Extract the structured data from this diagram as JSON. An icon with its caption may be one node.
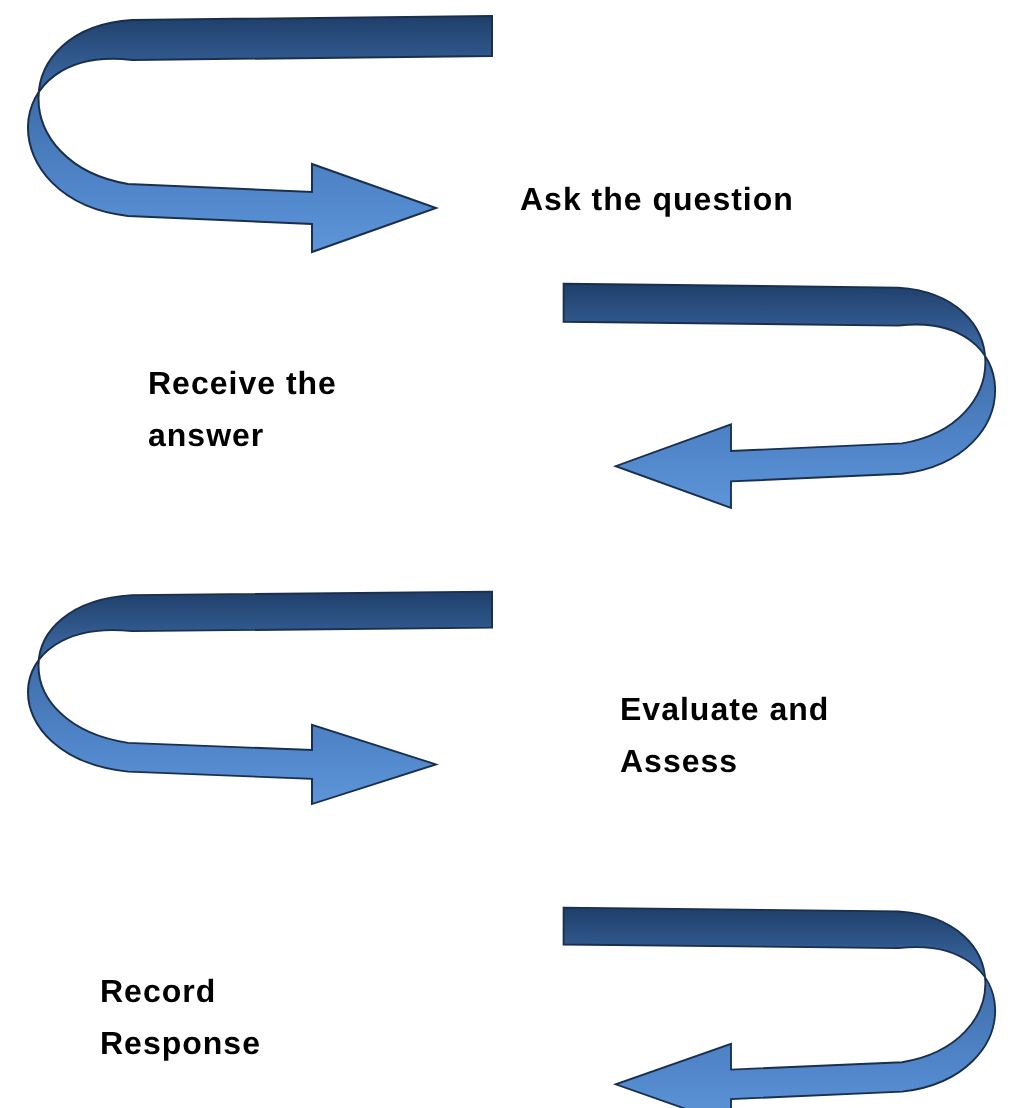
{
  "diagram": {
    "labels": [
      "Ask the question",
      "Receive the answer",
      "Evaluate and Assess",
      "Record Response"
    ]
  }
}
